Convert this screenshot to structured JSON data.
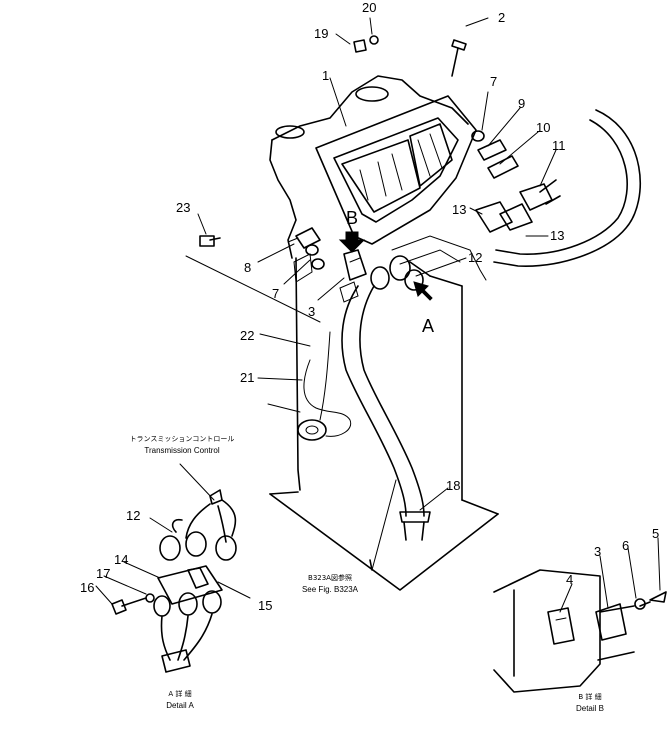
{
  "part_numbers": {
    "n1": "1",
    "n2": "2",
    "n3": "3",
    "n4": "4",
    "n5": "5",
    "n6": "6",
    "n7": "7",
    "n8": "8",
    "n9": "9",
    "n10": "10",
    "n11": "11",
    "n12": "12",
    "n13": "13",
    "n14": "14",
    "n15": "15",
    "n16": "16",
    "n17": "17",
    "n18": "18",
    "n19": "19",
    "n20": "20",
    "n21": "21",
    "n22": "22",
    "n23": "23"
  },
  "view_letters": {
    "a": "A",
    "b": "B"
  },
  "captions": {
    "transmission_jp": "トランスミッションコントロール",
    "transmission_en": "Transmission Control",
    "see_fig_jp": "B323A図参照",
    "see_fig_en": "See Fig. B323A",
    "detail_a_jp": "A 詳 細",
    "detail_a_en": "Detail A",
    "detail_b_jp": "B 詳 細",
    "detail_b_en": "Detail B"
  }
}
